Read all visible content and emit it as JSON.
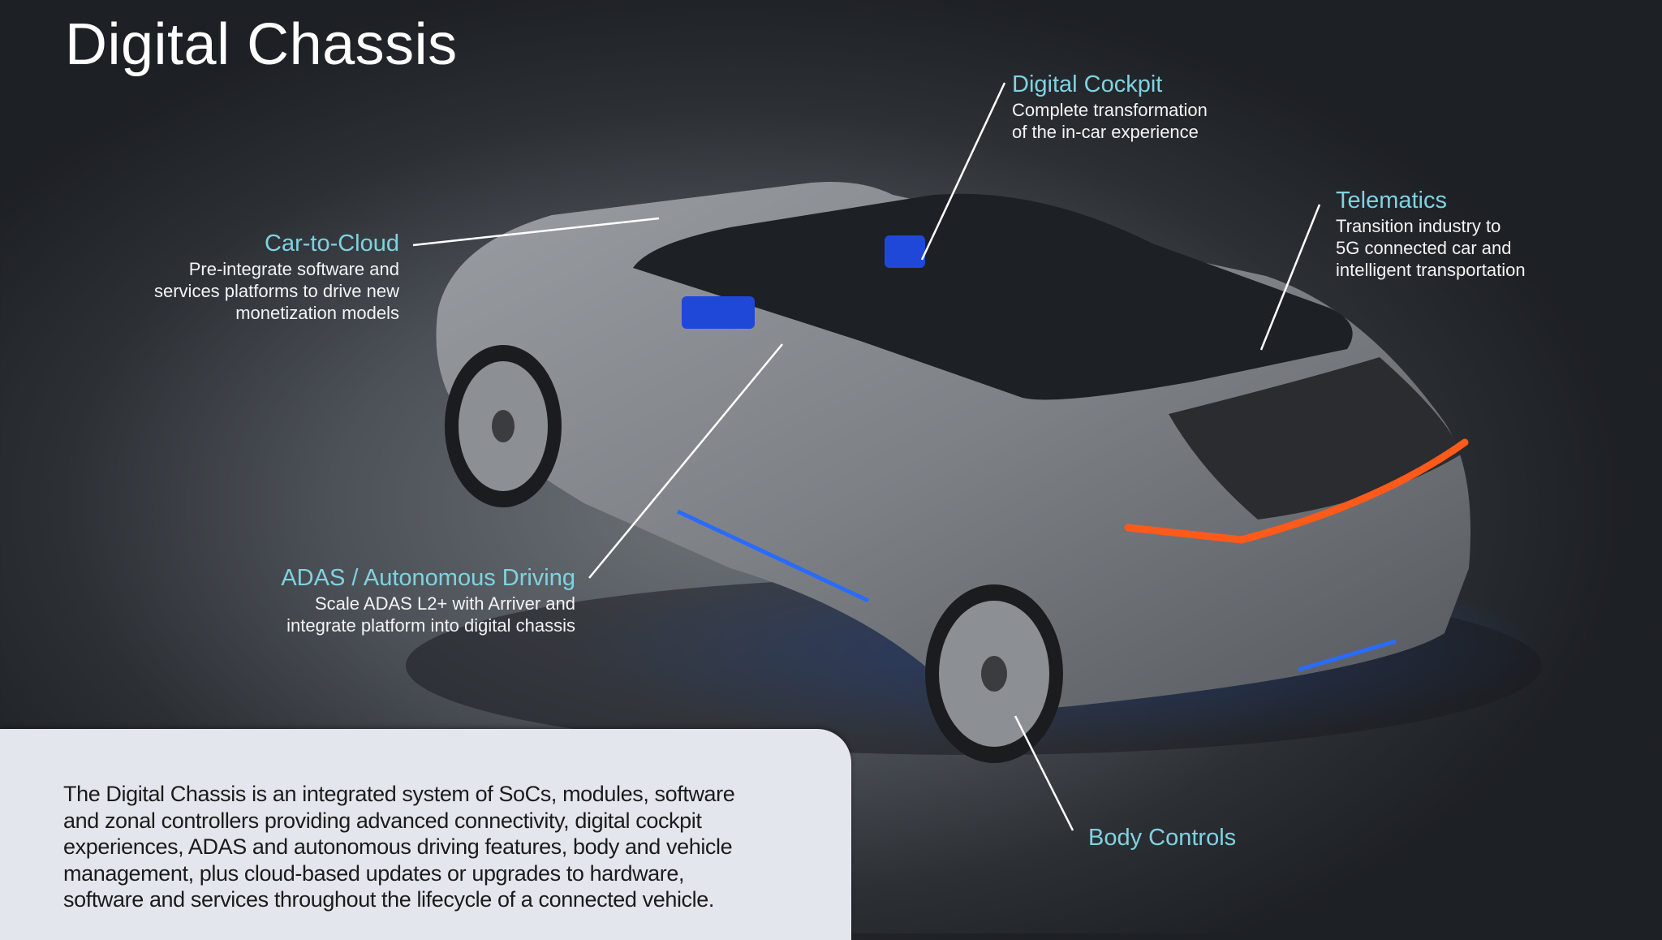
{
  "title": "Digital Chassis",
  "callouts": {
    "digital_cockpit": {
      "heading": "Digital Cockpit",
      "lines": [
        "Complete transformation",
        "of the in-car experience"
      ]
    },
    "telematics": {
      "heading": "Telematics",
      "lines": [
        "Transition industry to",
        "5G connected car and",
        "intelligent transportation"
      ]
    },
    "car_to_cloud": {
      "heading": "Car-to-Cloud",
      "lines": [
        "Pre-integrate software and",
        "services platforms to drive new",
        "monetization models"
      ]
    },
    "adas": {
      "heading": "ADAS / Autonomous Driving",
      "lines": [
        "Scale ADAS L2+ with Arriver and",
        "integrate platform into digital chassis"
      ]
    },
    "body_controls": {
      "heading": "Body Controls"
    }
  },
  "description": {
    "lines": [
      "The Digital Chassis is an integrated system of SoCs, modules, software",
      "and zonal controllers providing advanced connectivity, digital cockpit",
      "experiences, ADAS and autonomous driving features, body and vehicle",
      "management, plus cloud-based updates or upgrades to hardware,",
      "software and services throughout the lifecycle of a connected vehicle."
    ]
  },
  "colors": {
    "accent": "#7fd3e0",
    "ambient_light": "#2a6bff",
    "tail_light": "#ff5a1a"
  }
}
